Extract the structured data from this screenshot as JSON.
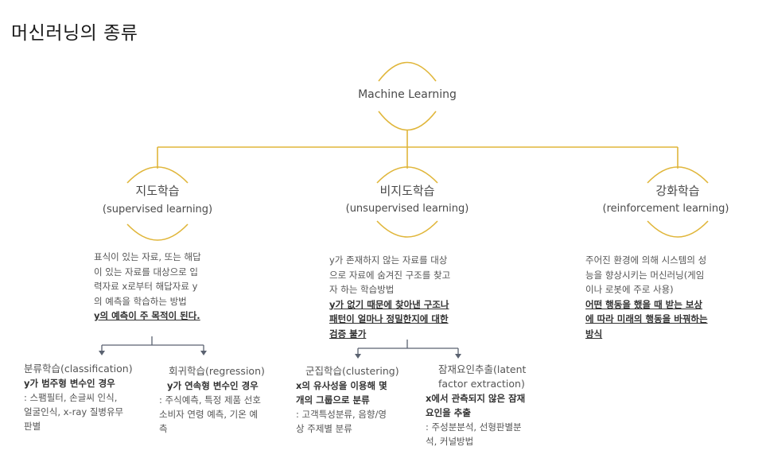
{
  "page_title": "머신러닝의 종류",
  "root": {
    "label": "Machine Learning"
  },
  "branches": [
    {
      "title": "지도학습",
      "subtitle": "(supervised learning)",
      "description": [
        "표식이 있는 자료, 또는 해답",
        "이 있는 자료를 대상으로 입",
        "력자료  x로부터 해답자료 y",
        "의 예측을 학습하는 방법"
      ],
      "emphasis": [
        "y의 예측이 주 목적이 된다."
      ],
      "children": [
        {
          "title": "분류학습(classification)",
          "emphasis": "y가 범주형 변수인 경우",
          "detail": [
            ": 스팸필터, 손글씨 인식,",
            "얼굴인식, x-ray 질병유무",
            "판별"
          ]
        },
        {
          "title": "회귀학습(regression)",
          "emphasis": "y가 연속형 변수인 경우",
          "detail": [
            ": 주식예측, 특정 제품 선호",
            "소비자 연령 예측, 기온 예",
            "측"
          ]
        }
      ]
    },
    {
      "title": "비지도학습",
      "subtitle": "(unsupervised learning)",
      "description": [
        "y가 존재하지 않는 자료를 대상",
        "으로 자료에 숨겨진 구조를 찾고",
        "자 하는 학습방법"
      ],
      "emphasis": [
        "y가 없기 때문에 찾아낸 구조나",
        "패턴이 얼마나 정밀한지에 대한",
        "검증 불가"
      ],
      "children": [
        {
          "title": "군집학습(clustering)",
          "emphasis": [
            "x의 유사성을 이용해 몇",
            "개의 그룹으로 분류"
          ],
          "detail": [
            ": 고객특성분류, 음향/영",
            "상 주제별 분류"
          ]
        },
        {
          "title": [
            "잠재요인추출(latent",
            "factor extraction)"
          ],
          "emphasis": [
            "x에서 관측되지 않은 잠재",
            "요인을 추출"
          ],
          "detail": [
            ": 주성분분석, 선형판별분",
            "석, 커널방법"
          ]
        }
      ]
    },
    {
      "title": "강화학습",
      "subtitle": "(reinforcement learning)",
      "description": [
        "주어진 환경에 의해 시스템의 성",
        "능을 향상시키는 머신러닝(게임",
        "이나 로봇에 주로 사용)"
      ],
      "emphasis": [
        "어떤 행동을 했을 때 받는 보상",
        "에 따라 미래의 행동을 바꿔하는",
        "방식"
      ]
    }
  ],
  "colors": {
    "connector": "#e0b63a",
    "arrow": "#5a6270",
    "title": "#1a1a1a",
    "text": "#555555"
  }
}
